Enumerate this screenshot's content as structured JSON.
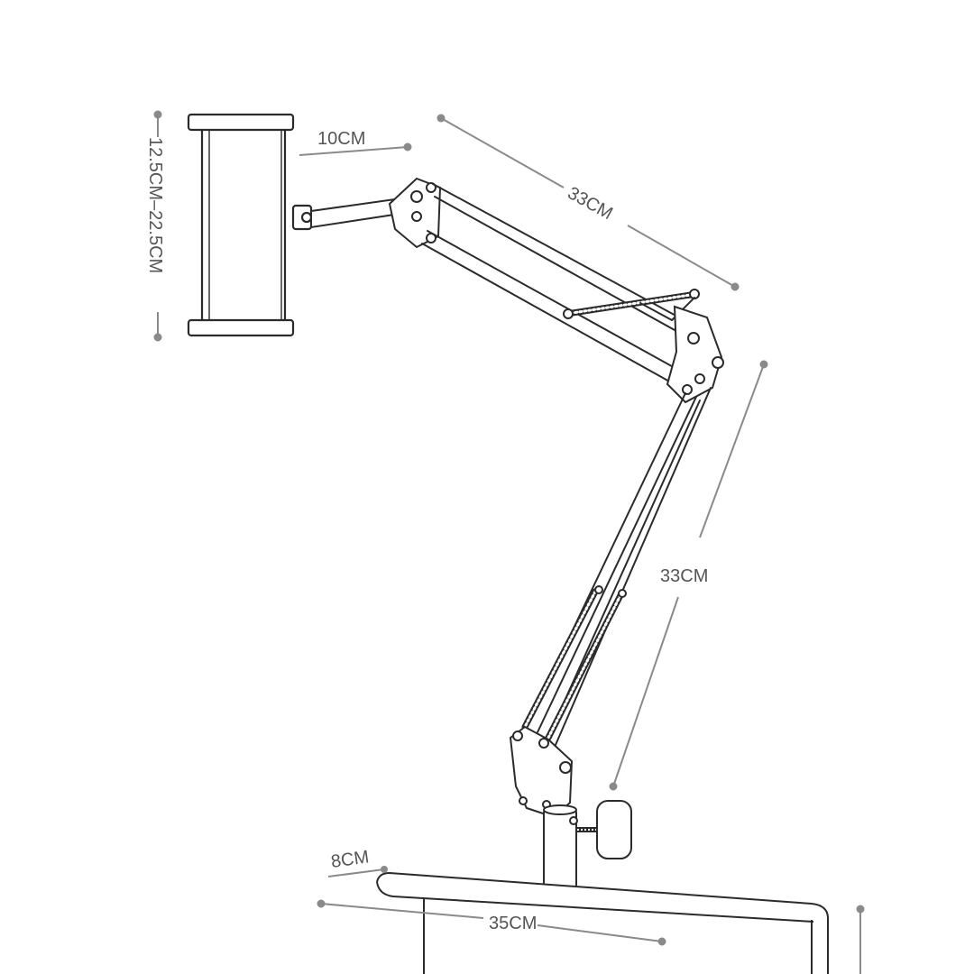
{
  "labels": {
    "holder_height": "12.5CM–22.5CM",
    "holder_depth": "10CM",
    "upper_arm": "33CM",
    "lower_arm": "33CM",
    "clamp_depth": "8CM",
    "clamp_width": "35CM"
  },
  "colors": {
    "line": "#2b2b2b",
    "dimension": "#8a8a8a",
    "text": "#555555",
    "background": "#ffffff"
  }
}
